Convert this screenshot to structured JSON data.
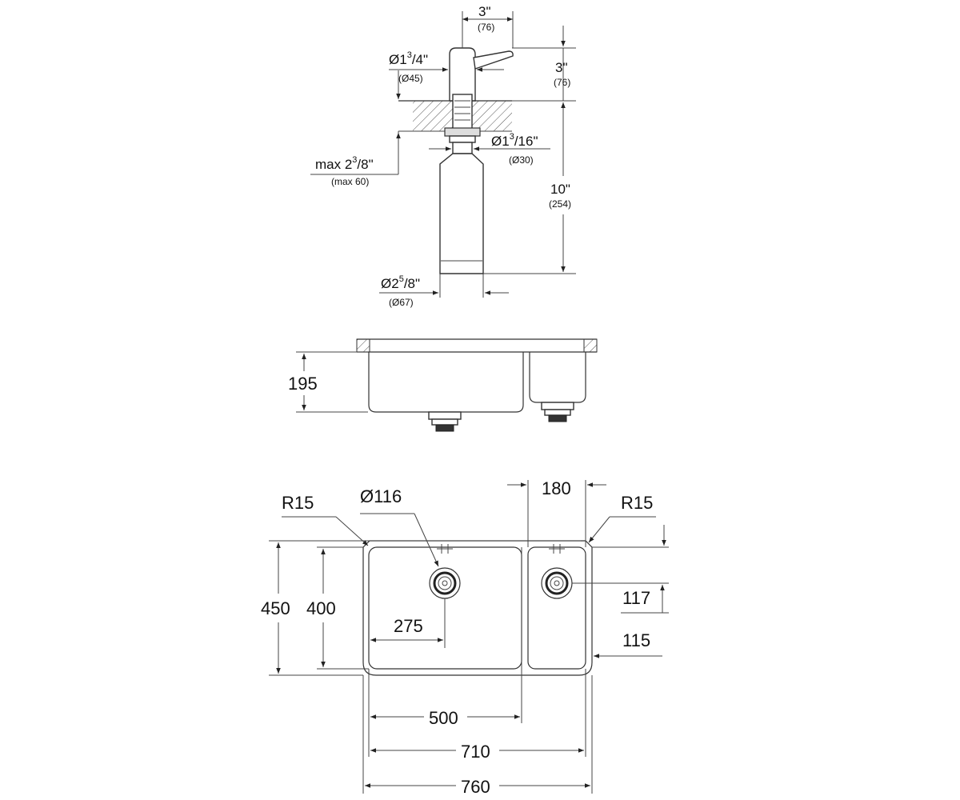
{
  "dispenser": {
    "width_in": "3\"",
    "width_mm": "(76)",
    "height_in": "3\"",
    "height_mm": "(76)",
    "head_dia_pre": "Ø1",
    "head_dia_num": "3",
    "head_dia_post": "/4\"",
    "head_dia_mm": "(Ø45)",
    "shank_dia_pre": "Ø1",
    "shank_dia_num": "3",
    "shank_dia_post": "/16\"",
    "shank_dia_mm": "(Ø30)",
    "max_pre": "max 2",
    "max_num": "3",
    "max_post": "/8\"",
    "max_mm": "(max 60)",
    "length_in": "10\"",
    "length_mm": "(254)",
    "bottle_dia_pre": "Ø2",
    "bottle_dia_num": "5",
    "bottle_dia_post": "/8\"",
    "bottle_dia_mm": "(Ø67)"
  },
  "section": {
    "depth": "195"
  },
  "plan": {
    "radius_left": "R15",
    "drain_dia": "Ø116",
    "small_bowl_width": "180",
    "radius_right": "R15",
    "outer_depth": "450",
    "bowl_depth": "400",
    "drain_offset": "275",
    "small_drain_offset": "117",
    "small_bowl_length": "115",
    "main_bowl_width": "500",
    "inner_width": "710",
    "outer_width": "760"
  }
}
